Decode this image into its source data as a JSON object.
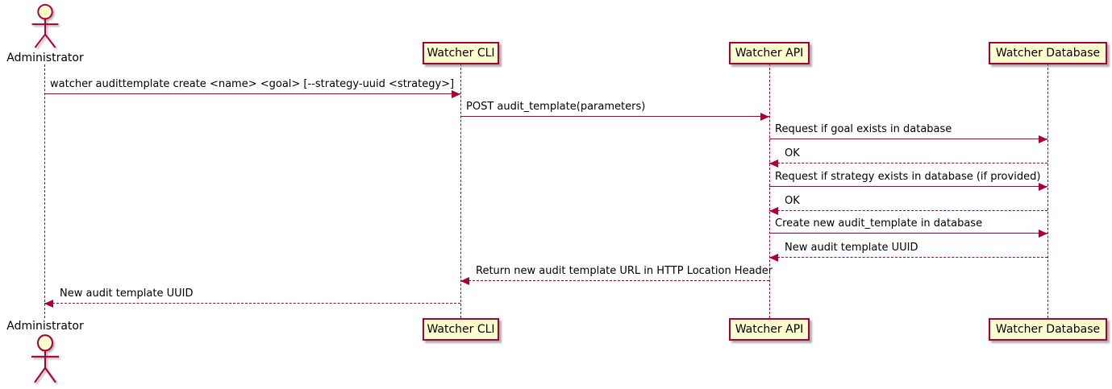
{
  "diagram_type": "sequence-diagram",
  "colors": {
    "border": "#A80036",
    "participant_fill": "#FEFECE",
    "arrow": "#A80036",
    "text": "#000000",
    "background": "#FFFFFF"
  },
  "actor": {
    "name": "Administrator"
  },
  "participants": [
    {
      "label": "Watcher CLI"
    },
    {
      "label": "Watcher API"
    },
    {
      "label": "Watcher Database"
    }
  ],
  "messages": [
    {
      "from": "Administrator",
      "to": "Watcher CLI",
      "line": "solid",
      "text": "watcher audittemplate create <name> <goal> [--strategy-uuid <strategy>]"
    },
    {
      "from": "Watcher CLI",
      "to": "Watcher API",
      "line": "solid",
      "text": "POST audit_template(parameters)"
    },
    {
      "from": "Watcher API",
      "to": "Watcher Database",
      "line": "solid",
      "text": "Request if goal exists in database"
    },
    {
      "from": "Watcher Database",
      "to": "Watcher API",
      "line": "dashed",
      "text": "OK"
    },
    {
      "from": "Watcher API",
      "to": "Watcher Database",
      "line": "solid",
      "text": "Request if strategy exists in database (if provided)"
    },
    {
      "from": "Watcher Database",
      "to": "Watcher API",
      "line": "dashed",
      "text": "OK"
    },
    {
      "from": "Watcher API",
      "to": "Watcher Database",
      "line": "solid",
      "text": "Create new audit_template in database"
    },
    {
      "from": "Watcher Database",
      "to": "Watcher API",
      "line": "dashed",
      "text": "New audit template UUID"
    },
    {
      "from": "Watcher API",
      "to": "Watcher CLI",
      "line": "dashed",
      "text": "Return new audit template URL in HTTP Location Header"
    },
    {
      "from": "Watcher CLI",
      "to": "Administrator",
      "line": "dashed",
      "text": "New audit template UUID"
    }
  ]
}
